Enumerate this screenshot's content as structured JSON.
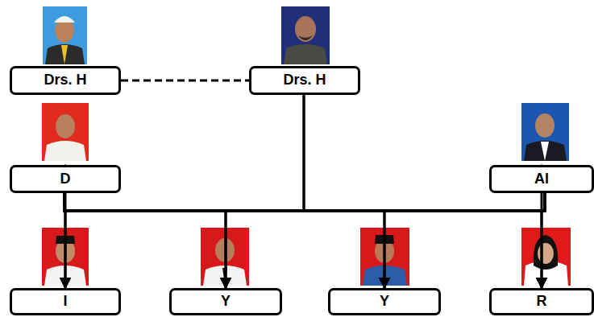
{
  "diagram": {
    "nodes": [
      {
        "text": [
          "Drs. H"
        ]
      },
      {
        "text": [
          "Drs. H"
        ]
      },
      {
        "text": [
          "D"
        ]
      },
      {
        "text": [
          "Al"
        ]
      },
      {
        "text": [
          "I"
        ]
      },
      {
        "text": [
          "Y"
        ]
      },
      {
        "text": [
          "Y"
        ]
      },
      {
        "text": [
          "R"
        ]
      }
    ],
    "edges": [
      {
        "from": 0,
        "to": 1,
        "arrow": "none"
      },
      {
        "from": 1,
        "to": 2,
        "arrow": "to"
      },
      {
        "from": 1,
        "to": 3,
        "arrow": "to"
      },
      {
        "from": 2,
        "to": 4,
        "arrow": "to"
      },
      {
        "from": 2,
        "to": 5,
        "arrow": "to"
      },
      {
        "from": 2,
        "to": 6,
        "arrow": "to"
      },
      {
        "from": 2,
        "to": 7,
        "arrow": "to"
      },
      {
        "from": 3,
        "to": 4,
        "arrow": "to"
      },
      {
        "from": 3,
        "to": 5,
        "arrow": "to"
      },
      {
        "from": 3,
        "to": 6,
        "arrow": "to"
      },
      {
        "from": 3,
        "to": 7,
        "arrow": "to"
      }
    ]
  }
}
